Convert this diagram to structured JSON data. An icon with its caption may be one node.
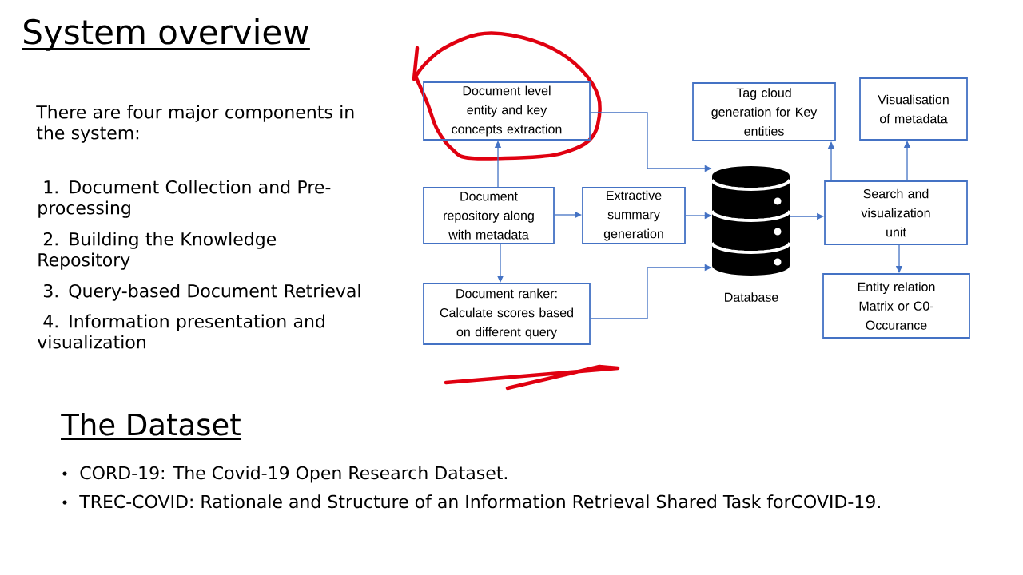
{
  "diagram": {
    "title": "System overview",
    "nodes": [
      {
        "text": [
          "Document level entity and key concepts extraction"
        ]
      },
      {
        "text": [
          "Tag cloud generation for Key entities"
        ]
      },
      {
        "text": [
          "Visualisation of metadata"
        ]
      },
      {
        "text": [
          "Document repository along with metadata"
        ]
      },
      {
        "text": [
          "Extractive summary generation"
        ]
      },
      {
        "text": [],
        "shape": "cylinder",
        "beside": [
          "Database"
        ]
      },
      {
        "text": [
          "Search and visualization unit"
        ]
      },
      {
        "text": [
          "Document ranker: Calculate scores based on different query"
        ]
      },
      {
        "text": [
          "Entity relation Matrix or C0-Occurance"
        ]
      }
    ],
    "edges": [
      {
        "from": 3,
        "to": 0,
        "arrow": "to"
      },
      {
        "from": 3,
        "to": 4,
        "arrow": "to"
      },
      {
        "from": 3,
        "to": 7,
        "arrow": "to"
      },
      {
        "from": 0,
        "to": 5,
        "arrow": "to"
      },
      {
        "from": 4,
        "to": 5,
        "arrow": "to"
      },
      {
        "from": 7,
        "to": 5,
        "arrow": "to"
      },
      {
        "from": 5,
        "to": 6,
        "arrow": "to"
      },
      {
        "from": 6,
        "to": 1,
        "arrow": "to"
      },
      {
        "from": 6,
        "to": 2,
        "arrow": "to"
      },
      {
        "from": 6,
        "to": 8,
        "arrow": "to"
      }
    ],
    "labels": [
      "There are four major components in the system:",
      "1. Document Collection and Pre-processing",
      "2. Building the Knowledge Repository",
      "3. Query-based Document Retrieval",
      "4. Information presentation and visualization",
      "The Dataset",
      "CORD-19: The Covid-19 Open Research Dataset.",
      "TREC-COVID: Rationale and Structure of an Information Retrieval Shared Task forCOVID-19."
    ]
  }
}
